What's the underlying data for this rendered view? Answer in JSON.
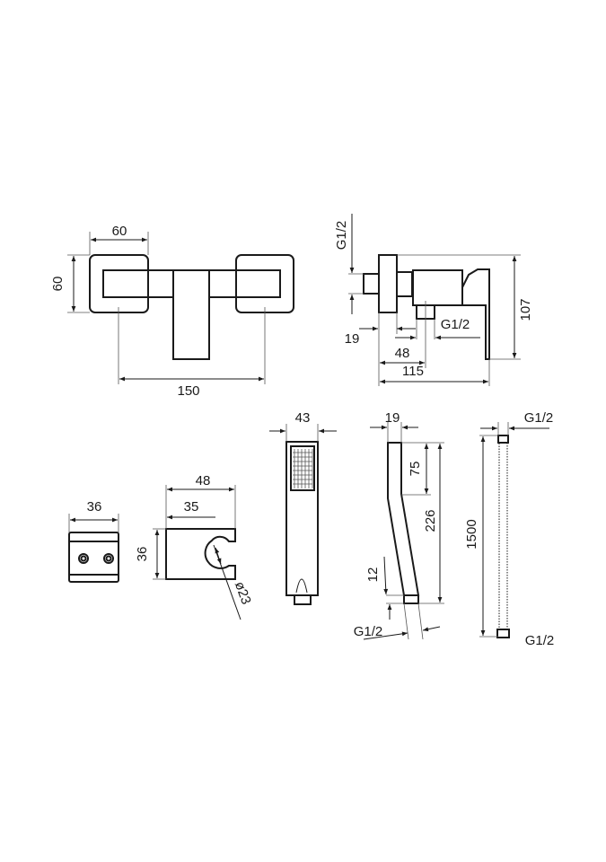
{
  "colors": {
    "line": "#1a1a1a",
    "background": "#ffffff"
  },
  "front_view": {
    "knob_width": "60",
    "knob_height": "60",
    "center_distance": "150"
  },
  "side_view": {
    "inlet_thread": "G1/2",
    "plate_depth": "19",
    "outlet_offset": "48",
    "outlet_thread": "G1/2",
    "total_depth": "115",
    "total_height": "107"
  },
  "wall_block": {
    "width": "36"
  },
  "holder": {
    "width": "48",
    "inner": "35",
    "height": "36",
    "diameter": "ø23"
  },
  "hand_shower_front": {
    "width": "43"
  },
  "hand_shower_side": {
    "depth": "19",
    "head_length": "75",
    "total_length": "226",
    "offset": "12",
    "thread": "G1/2"
  },
  "hose": {
    "length": "1500",
    "top_thread": "G1/2",
    "bottom_thread": "G1/2"
  }
}
